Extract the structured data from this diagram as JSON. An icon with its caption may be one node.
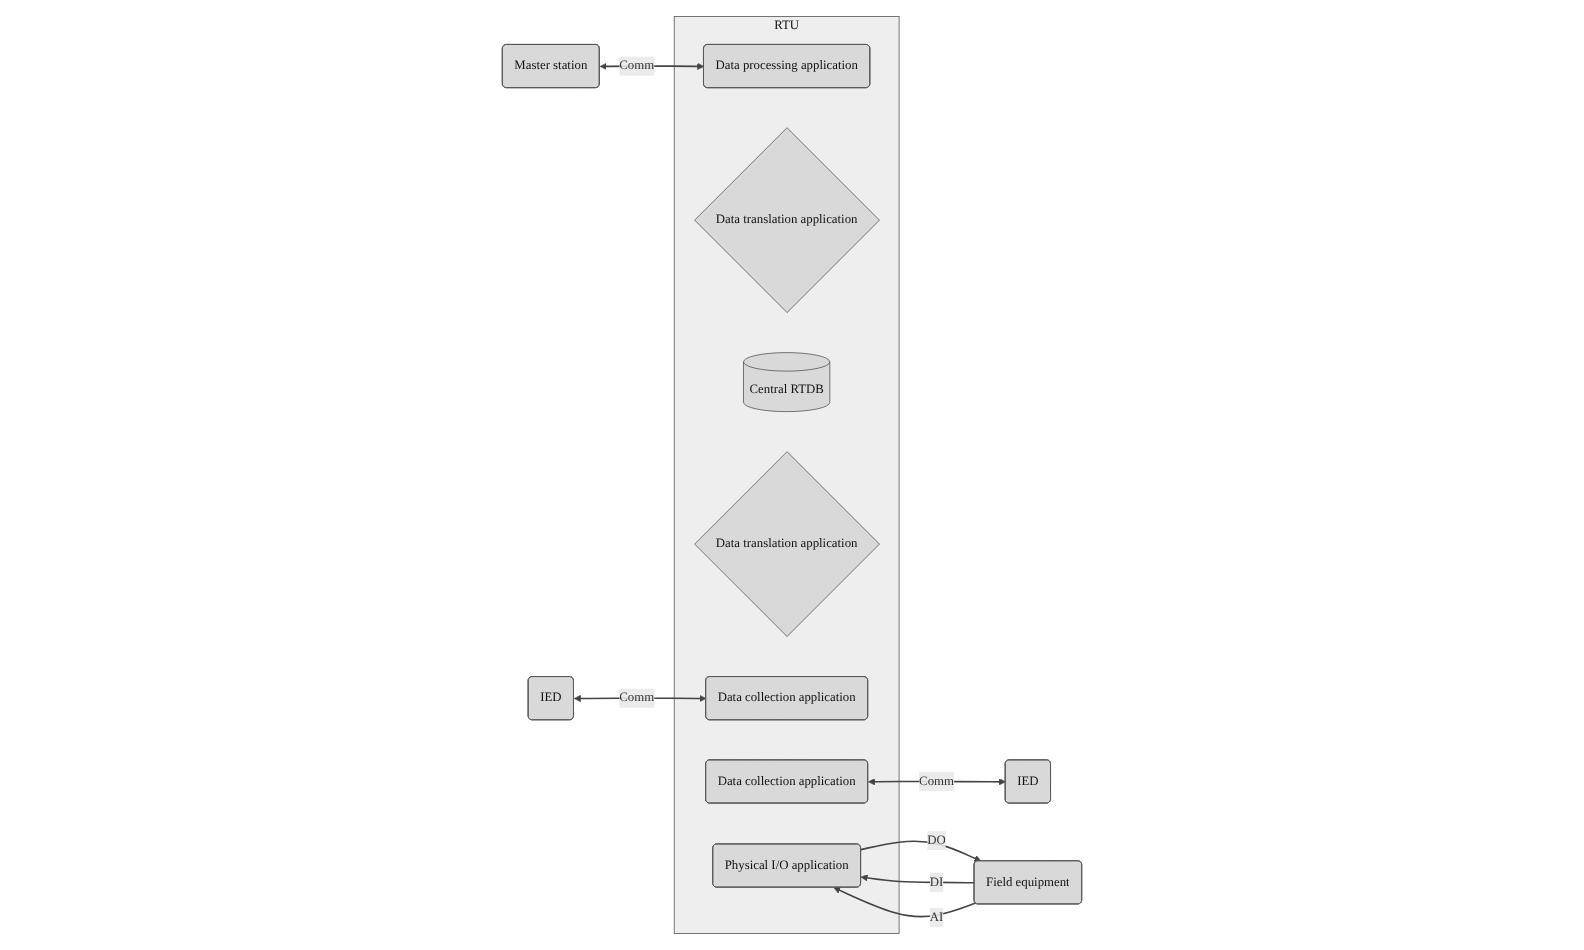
{
  "diagram": {
    "nodes": [
      {
        "text": [
          "RTU"
        ]
      },
      {
        "text": [
          "Master station"
        ]
      },
      {
        "text": [
          "Data processing application"
        ],
        "in": 0
      },
      {
        "text": [
          "Physical I/O application"
        ],
        "in": 0
      },
      {
        "text": [
          "Field equipment"
        ]
      },
      {
        "text": [
          "Data translation application"
        ],
        "in": 0
      },
      {
        "text": [
          "Central RTDB"
        ],
        "in": 0
      },
      {
        "text": [
          "Data translation application"
        ],
        "in": 0
      },
      {
        "text": [
          "IED"
        ]
      },
      {
        "text": [
          "Data collection application"
        ],
        "in": 0
      },
      {
        "text": [
          "Data collection application"
        ],
        "in": 0
      },
      {
        "text": [
          "IED"
        ]
      }
    ],
    "edges": [
      {
        "from": 1,
        "to": 2,
        "arrow": "both",
        "label": "Comm"
      },
      {
        "from": 4,
        "to": 3,
        "arrow": "to",
        "label": "DI"
      },
      {
        "from": 3,
        "to": 4,
        "arrow": "to",
        "label": "DO"
      },
      {
        "from": 4,
        "to": 3,
        "arrow": "to",
        "label": "AI"
      },
      {
        "from": 8,
        "to": 9,
        "arrow": "both",
        "label": "Comm"
      },
      {
        "from": 10,
        "to": 11,
        "arrow": "both",
        "label": "Comm"
      }
    ]
  }
}
